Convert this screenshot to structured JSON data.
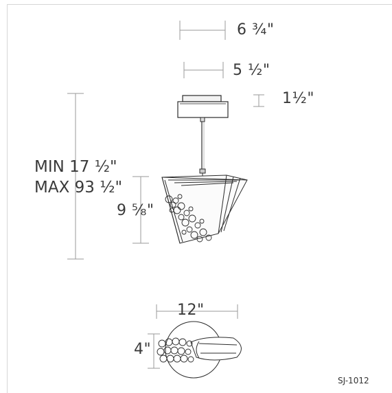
{
  "dimensions": {
    "canopy_outer_width": "6 ¾\"",
    "canopy_inner_width": "5 ½\"",
    "canopy_height": "1½\"",
    "overall_height_min": "MIN 17 ½\"",
    "overall_height_max": "MAX 93 ½\"",
    "fixture_height": "9 ⅝\"",
    "fixture_width": "12\"",
    "fixture_depth": "4\""
  },
  "model_number": "SJ-1012",
  "colors": {
    "line": "#9a9a9a",
    "drawing": "#2b2b2b",
    "text": "#3a3a3a"
  }
}
